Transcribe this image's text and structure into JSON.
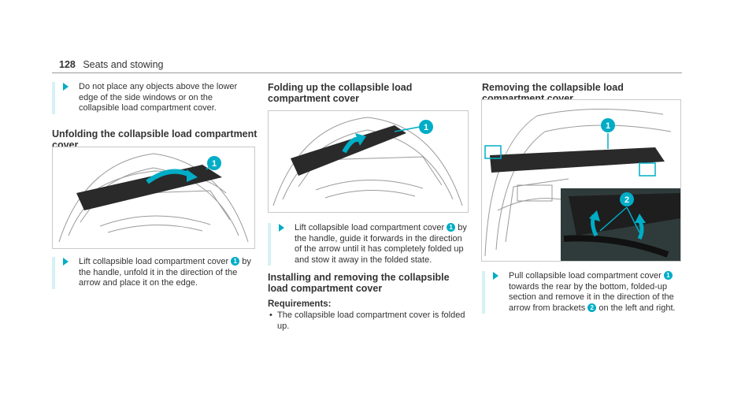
{
  "header": {
    "page_number": "128",
    "section": "Seats and stowing"
  },
  "col1": {
    "instruction_top": "Do not place any objects above the lower edge of the side windows or on the collapsible load compartment cover.",
    "heading": "Unfolding the collapsible load compartment cover",
    "instruction_a": "Lift collapsible load compartment cover",
    "instruction_b": "by the handle, unfold it in the direction of the arrow and place it on the edge."
  },
  "col2": {
    "heading": "Folding up the collapsible load compartment cover",
    "instruction_a": "Lift collapsible load compartment cover",
    "instruction_b": "by the handle, guide it forwards in the direction of the arrow until it has completely folded up and stow it away in the folded state.",
    "heading2": "Installing and removing the collapsible load compartment cover",
    "req_title": "Requirements:",
    "req_item": "The collapsible load compartment cover is folded up."
  },
  "col3": {
    "heading": "Removing the collapsible load compartment cover",
    "instruction_a": "Pull collapsible load compartment cover",
    "instruction_b": "towards the rear by the bottom, folded-up section and remove it in the direction of the arrow from brackets",
    "instruction_c": "on the left and right."
  },
  "callouts": {
    "one": "1",
    "two": "2"
  },
  "colors": {
    "accent": "#00adc6",
    "bar": "#d7f1f4",
    "cover": "#2a2a2a"
  }
}
